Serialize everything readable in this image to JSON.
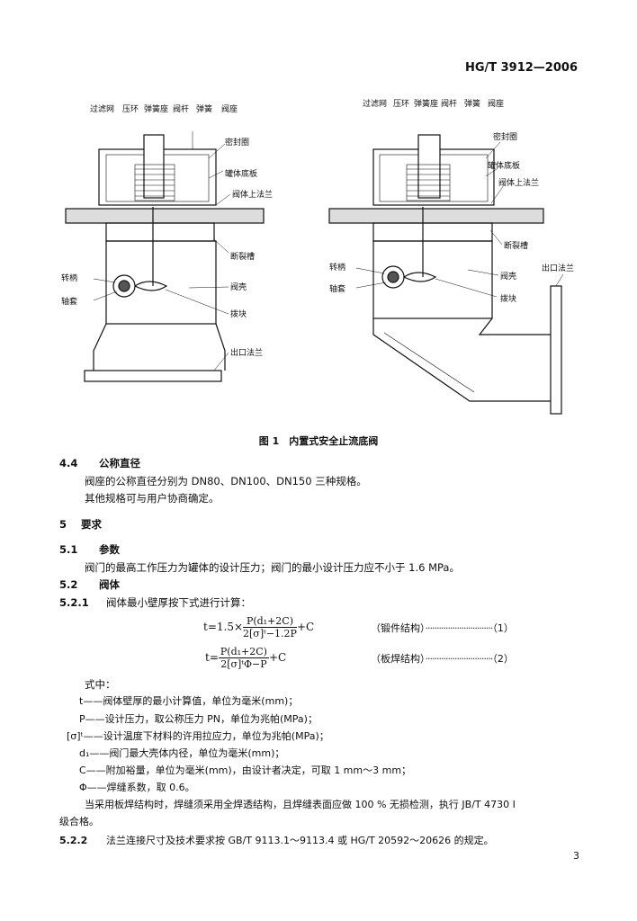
{
  "header": {
    "doc_code": "HG/T 3912—2006"
  },
  "figure": {
    "left": {
      "top_labels": [
        "过滤网",
        "压环",
        "弹簧座",
        "阀杆",
        "弹簧",
        "阀座"
      ],
      "seal_ring": "密封圈",
      "tank_bottom_plate": "罐体底板",
      "body_flange": "阀体上法兰",
      "break_groove": "断裂槽",
      "rotating_handle": "转柄",
      "shaft_sleeve": "轴套",
      "valve_shell": "阀壳",
      "block": "拨块",
      "outlet_flange": "出口法兰"
    },
    "right": {
      "top_labels": [
        "过滤网",
        "压环",
        "弹簧座",
        "阀杆",
        "弹簧",
        "阀座"
      ],
      "seal_ring": "密封圈",
      "tank_bottom_plate": "罐体底板",
      "body_flange": "阀体上法兰",
      "break_groove": "断裂槽",
      "rotating_handle": "转柄",
      "shaft_sleeve": "轴套",
      "valve_shell": "阀壳",
      "block": "拨块",
      "outlet_flange": "出口法兰"
    },
    "caption": "图 1　内置式安全止流底阀"
  },
  "s44": {
    "num": "4.4",
    "title": "公称直径",
    "p1": "阀座的公称直径分别为 DN80、DN100、DN150 三种规格。",
    "p2": "其他规格可与用户协商确定。"
  },
  "s5": {
    "num": "5",
    "title": "要求"
  },
  "s51": {
    "num": "5.1",
    "title": "参数",
    "p1": "阀门的最高工作压力为罐体的设计压力；阀门的最小设计压力应不小于 1.6 MPa。"
  },
  "s52": {
    "num": "5.2",
    "title": "阀体"
  },
  "s521": {
    "num": "5.2.1",
    "text": "阀体最小壁厚按下式进行计算：",
    "eq1_lhs": "t=1.5×",
    "eq1_num": "P(d₁+2C)",
    "eq1_den": "2[σ]ᵗ−1.2P",
    "eq1_tail": "+C",
    "eq1_note": "（锻件结构）",
    "eq1_dots": "······························",
    "eq1_no": "（1）",
    "eq2_lhs": "t=",
    "eq2_num": "P(d₁+2C)",
    "eq2_den": "2[σ]ᵗΦ−P",
    "eq2_tail": "+C",
    "eq2_note": "（板焊结构）",
    "eq2_dots": "······························",
    "eq2_no": "（2）",
    "where": "式中：",
    "v1": "t——阀体壁厚的最小计算值，单位为毫米(mm)；",
    "v2": "P——设计压力，取公称压力 PN，单位为兆帕(MPa)；",
    "v3": "[σ]ᵗ——设计温度下材料的许用拉应力，单位为兆帕(MPa)；",
    "v4": "d₁——阀门最大壳体内径，单位为毫米(mm)；",
    "v5": "C——附加裕量，单位为毫米(mm)，由设计者决定，可取 1 mm～3 mm；",
    "v6": "Φ——焊缝系数，取 0.6。",
    "p_weld1": "当采用板焊结构时，焊缝须采用全焊透结构，且焊缝表面应做 100 % 无损检测，执行 JB/T 4730 Ⅰ",
    "p_weld2": "级合格。"
  },
  "s522": {
    "num": "5.2.2",
    "text": "法兰连接尺寸及技术要求按 GB/T 9113.1～9113.4 或 HG/T 20592～20626 的规定。"
  },
  "page_number": "3"
}
